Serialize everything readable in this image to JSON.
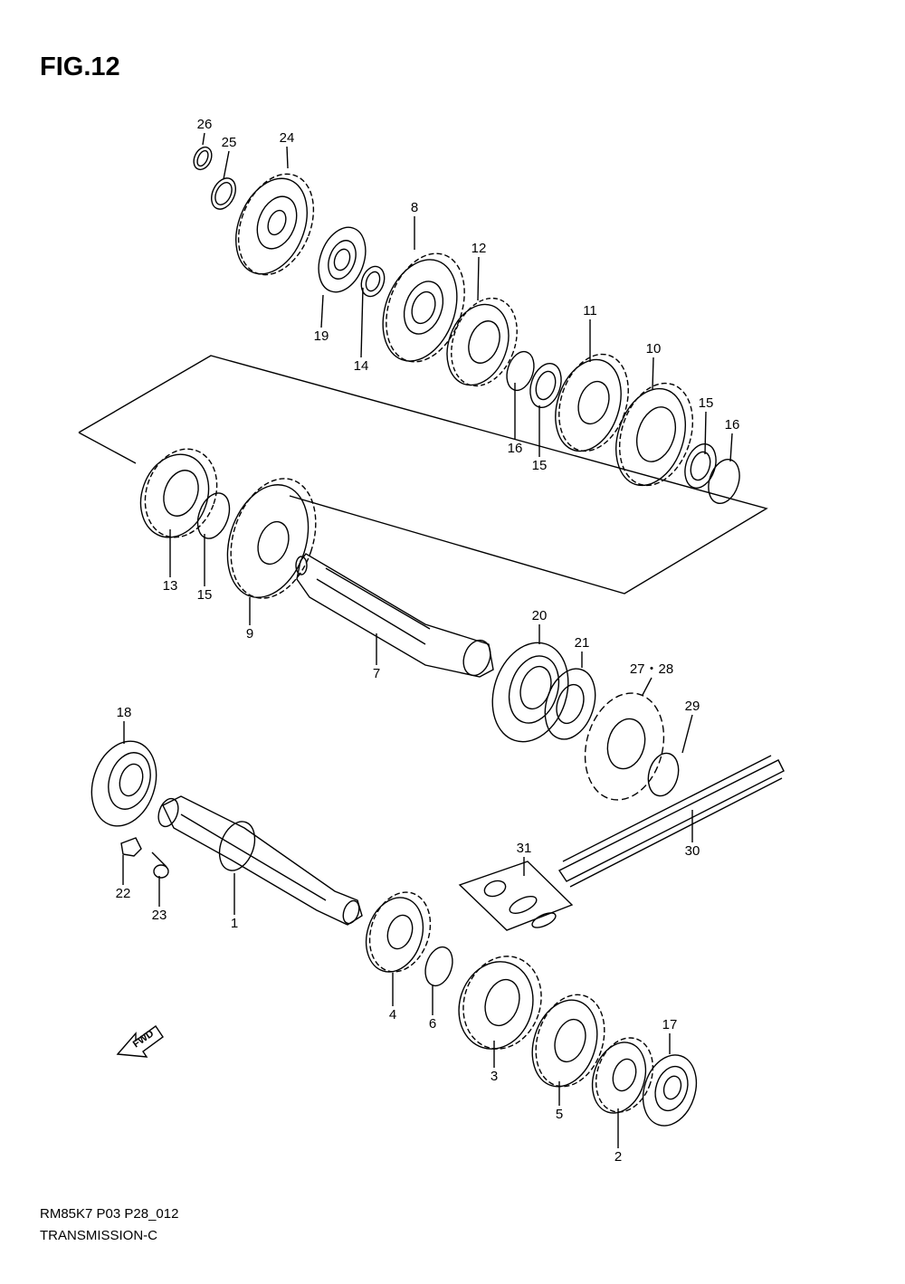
{
  "figure": {
    "title": "FIG.12",
    "code": "RM85K7 P03 P28_012",
    "name": "TRANSMISSION-C",
    "fwd_label": "FWD"
  },
  "callouts": [
    "26",
    "25",
    "24",
    "8",
    "12",
    "19",
    "14",
    "11",
    "10",
    "16",
    "15",
    "15",
    "16",
    "13",
    "15",
    "9",
    "7",
    "20",
    "21",
    "27・28",
    "29",
    "18",
    "22",
    "23",
    "1",
    "31",
    "30",
    "4",
    "6",
    "3",
    "5",
    "17",
    "2"
  ]
}
